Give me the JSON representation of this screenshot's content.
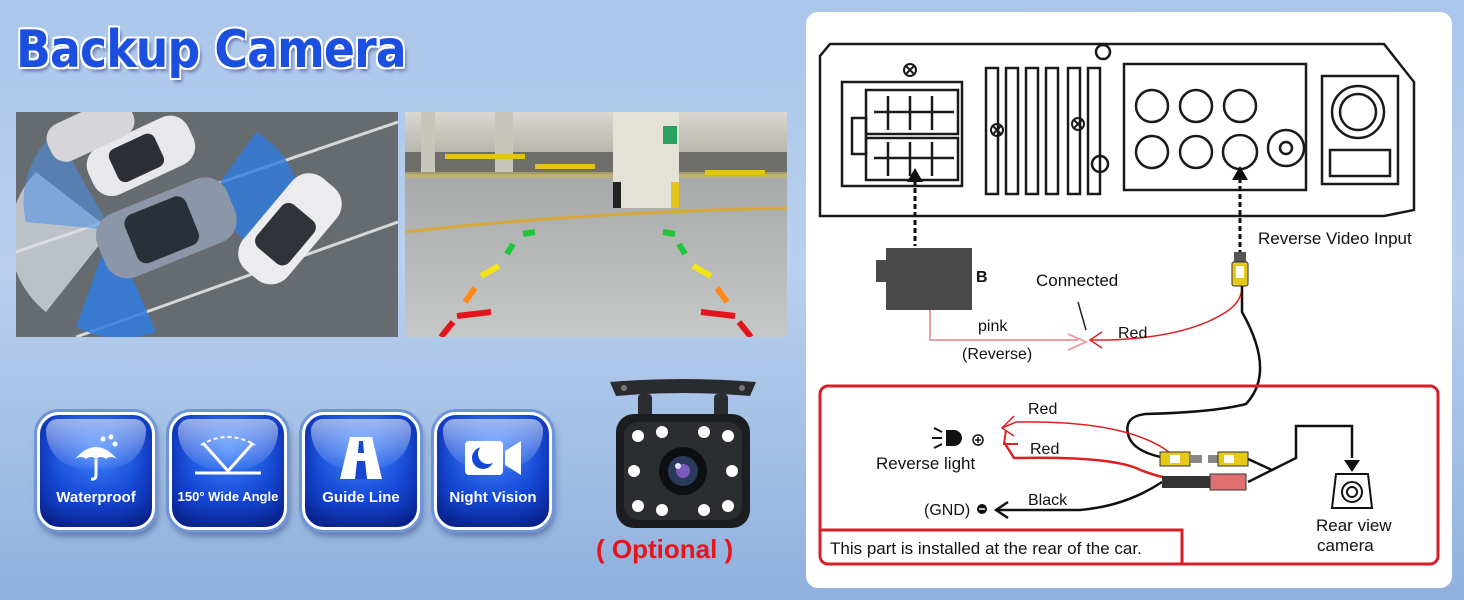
{
  "title": "Backup Camera",
  "features": [
    {
      "label": "Waterproof",
      "icon": "umbrella-rain-icon"
    },
    {
      "label": "150° Wide Angle",
      "icon": "wide-angle-icon"
    },
    {
      "label": "Guide Line",
      "icon": "road-icon"
    },
    {
      "label": "Night Vision",
      "icon": "moon-camera-icon"
    }
  ],
  "optional_label": "( Optional )",
  "diagram": {
    "reverse_video_input": "Reverse Video Input",
    "connector_b": "B",
    "connected": "Connected",
    "pink": "pink",
    "reverse": "(Reverse)",
    "red": "Red",
    "red_1": "Red",
    "red_2": "Red",
    "reverse_light": "Reverse light",
    "black": "Black",
    "gnd": "(GND)",
    "rear_view_camera_line1": "Rear view",
    "rear_view_camera_line2": "camera",
    "rear_note": "This part is installed at the rear of the car."
  },
  "colors": {
    "title": "#1a4fe0",
    "badge": "#1547d4",
    "optional": "#e8141b",
    "wire_red": "#e02020",
    "frame_red": "#d81e28"
  }
}
